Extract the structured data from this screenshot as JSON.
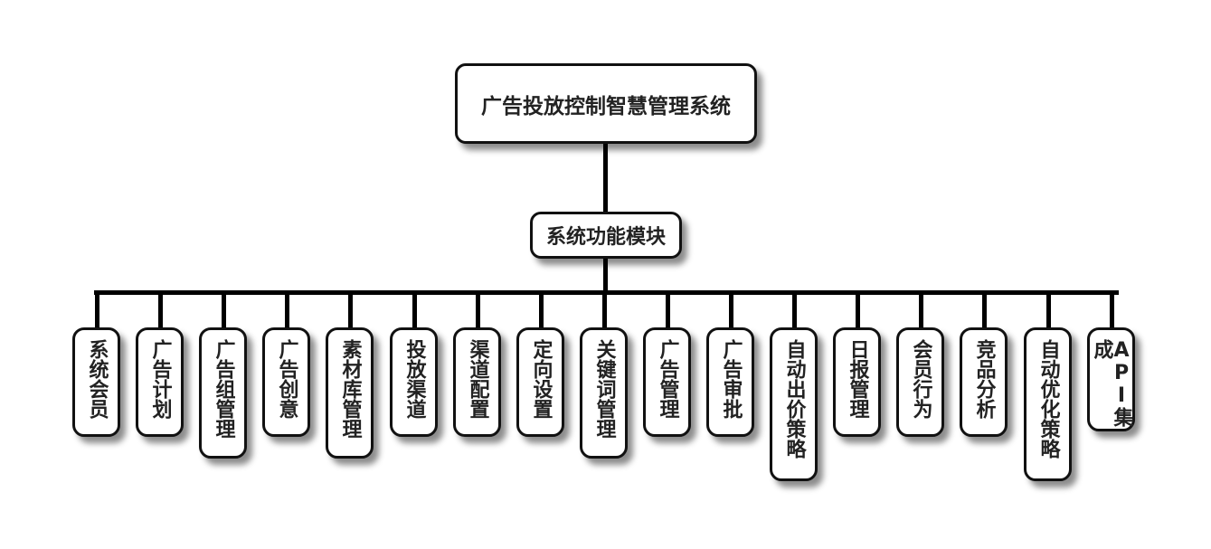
{
  "diagram": {
    "root": {
      "label": "广告投放控制智慧管理系统"
    },
    "module": {
      "label": "系统功能模块"
    },
    "children": [
      {
        "label": "系统会员"
      },
      {
        "label": "广告计划"
      },
      {
        "label": "广告组管理"
      },
      {
        "label": "广告创意"
      },
      {
        "label": "素材库管理"
      },
      {
        "label": "投放渠道"
      },
      {
        "label": "渠道配置"
      },
      {
        "label": "定向设置"
      },
      {
        "label": "关键词管理"
      },
      {
        "label": "广告管理"
      },
      {
        "label": "广告审批"
      },
      {
        "label": "自动出价策略"
      },
      {
        "label": "日报管理"
      },
      {
        "label": "会员行为"
      },
      {
        "label": "竞品分析"
      },
      {
        "label": "自动优化策略"
      },
      {
        "label": "API集成"
      }
    ]
  }
}
